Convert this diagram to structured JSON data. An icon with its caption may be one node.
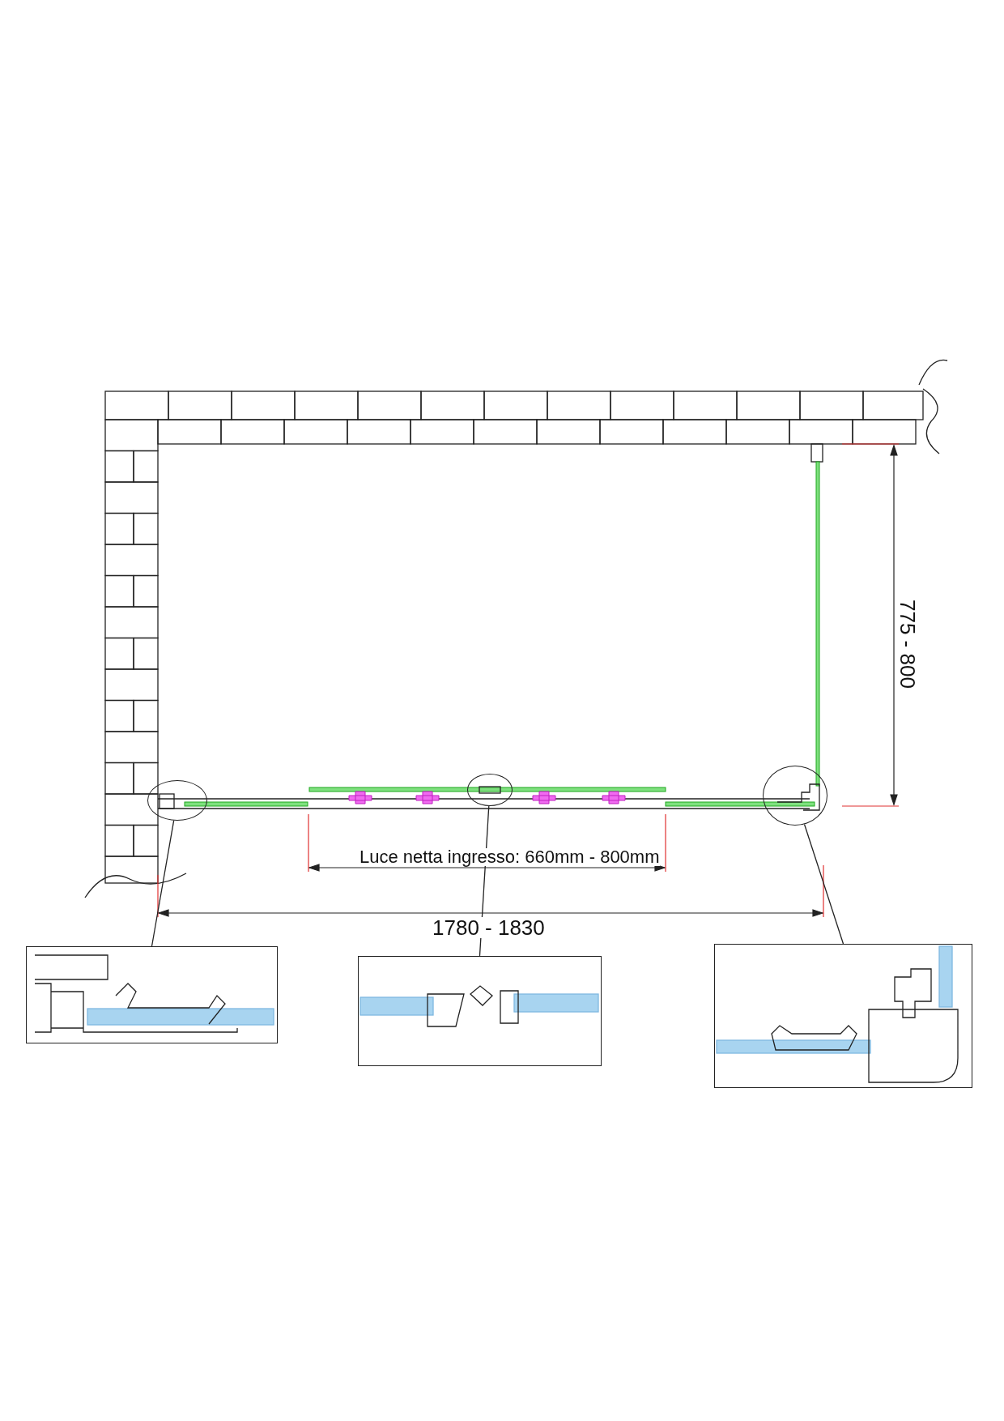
{
  "diagram": {
    "nodes": [
      {
        "text": [],
        "shape": "circle"
      },
      {
        "text": [],
        "shape": "circle"
      },
      {
        "text": [],
        "shape": "circle"
      },
      {
        "text": [],
        "shape": "picture"
      },
      {
        "text": [],
        "shape": "picture"
      },
      {
        "text": [],
        "shape": "picture"
      }
    ],
    "edges": [
      {
        "from": 0,
        "to": 3,
        "arrow": "none"
      },
      {
        "from": 1,
        "to": 4,
        "arrow": "none"
      },
      {
        "from": 2,
        "to": 5,
        "arrow": "none"
      }
    ],
    "labels": [
      "775 - 800",
      "Luce netta ingresso: 660mm - 800mm",
      "1780 - 1830"
    ]
  }
}
